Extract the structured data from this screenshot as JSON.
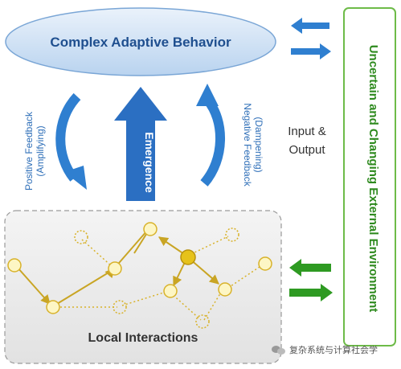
{
  "diagram": {
    "title": "Complex Adaptive Behavior",
    "emergence_label": "Emergence",
    "positive_feedback": {
      "line1": "Positive Feedback",
      "line2": "(Amplifying)"
    },
    "negative_feedback": {
      "line1": "Negative Feedback",
      "line2": "(Dampening)"
    },
    "input_output": {
      "line1": "Input &",
      "line2": "Output"
    },
    "local_interactions_label": "Local Interactions",
    "environment_label": "Uncertain and Changing External Environment"
  },
  "watermark": {
    "text": "复杂系统与计算社会学"
  },
  "colors": {
    "ellipse_fill": "#c9def3",
    "ellipse_stroke": "#7aa6d6",
    "blue_arrow": "#2f7fd0",
    "emergence_arrow": "#2b6fc2",
    "title_text": "#1f4f8f",
    "env_border": "#6dbb48",
    "env_text": "#2e8a1e",
    "green_arrow": "#2e9a22",
    "node_fill": "#fdf6c4",
    "node_stroke": "#d8b22a",
    "active_node": "#e6c21a",
    "link": "#c9a524",
    "box_fill": "#ececec",
    "box_stroke": "#9a9a9a"
  }
}
